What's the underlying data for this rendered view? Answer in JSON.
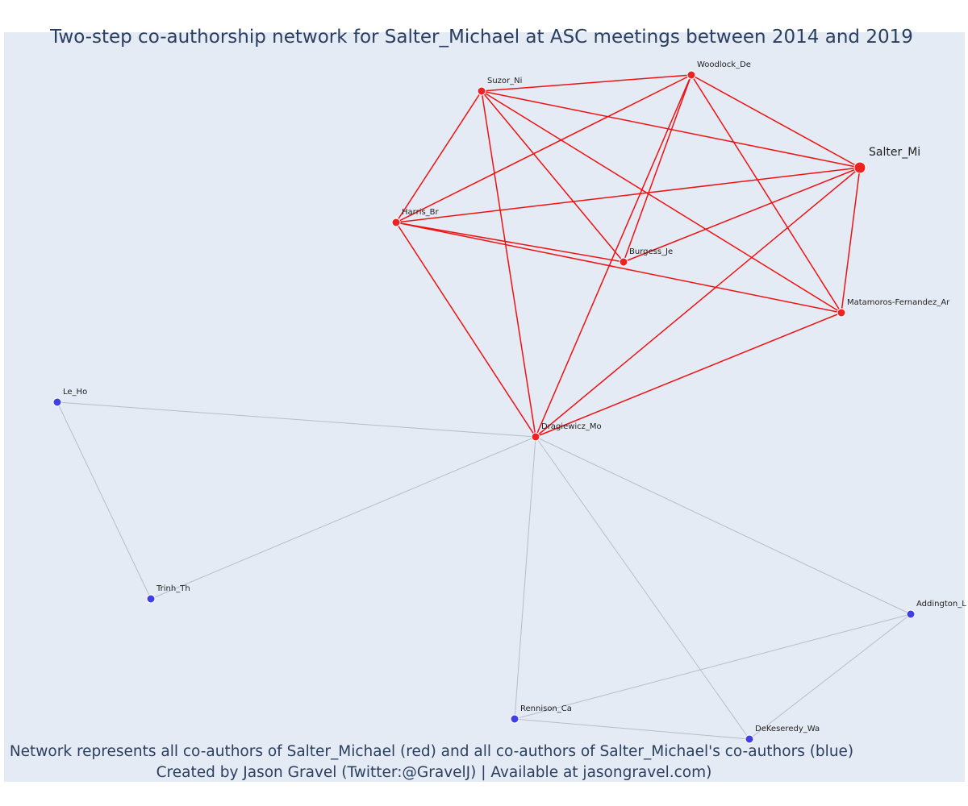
{
  "title": "Two-step co-authorship network for Salter_Michael at ASC meetings between 2014 and 2019",
  "caption_line1": "Network represents all co-authors of Salter_Michael (red) and all co-authors of Salter_Michael's co-authors (blue)",
  "caption_line2": "Created by Jason Gravel (Twitter:@GravelJ) | Available at jasongravel.com)",
  "colors": {
    "background": "#e5ebf5",
    "red_node": "#ee2222",
    "blue_node": "#3f3fe8",
    "red_edge": "#ee1111",
    "grey_edge": "#b8bccb",
    "title": "#2a3f5f"
  },
  "nodes": [
    {
      "id": "Salter_Mi",
      "label": "Salter_Mi",
      "group": "red",
      "focal": true
    },
    {
      "id": "Woodlock_De",
      "label": "Woodlock_De",
      "group": "red"
    },
    {
      "id": "Suzor_Ni",
      "label": "Suzor_Ni",
      "group": "red"
    },
    {
      "id": "Harris_Br",
      "label": "Harris_Br",
      "group": "red"
    },
    {
      "id": "Burgess_Je",
      "label": "Burgess_Je",
      "group": "red"
    },
    {
      "id": "Matamoros-Fernandez_Ar",
      "label": "Matamoros-Fernandez_Ar",
      "group": "red"
    },
    {
      "id": "Dragiewicz_Mo",
      "label": "Dragiewicz_Mo",
      "group": "red"
    },
    {
      "id": "Le_Ho",
      "label": "Le_Ho",
      "group": "blue"
    },
    {
      "id": "Trinh_Th",
      "label": "Trinh_Th",
      "group": "blue"
    },
    {
      "id": "Addington_Lu",
      "label": "Addington_L",
      "group": "blue"
    },
    {
      "id": "Rennison_Ca",
      "label": "Rennison_Ca",
      "group": "blue"
    },
    {
      "id": "DeKeseredy_Wa",
      "label": "DeKeseredy_Wa",
      "group": "blue"
    }
  ],
  "edges": [
    {
      "source": "Salter_Mi",
      "target": "Woodlock_De",
      "type": "red"
    },
    {
      "source": "Salter_Mi",
      "target": "Suzor_Ni",
      "type": "red"
    },
    {
      "source": "Salter_Mi",
      "target": "Harris_Br",
      "type": "red"
    },
    {
      "source": "Salter_Mi",
      "target": "Burgess_Je",
      "type": "red"
    },
    {
      "source": "Salter_Mi",
      "target": "Matamoros-Fernandez_Ar",
      "type": "red"
    },
    {
      "source": "Salter_Mi",
      "target": "Dragiewicz_Mo",
      "type": "red"
    },
    {
      "source": "Woodlock_De",
      "target": "Suzor_Ni",
      "type": "red"
    },
    {
      "source": "Woodlock_De",
      "target": "Harris_Br",
      "type": "red"
    },
    {
      "source": "Woodlock_De",
      "target": "Burgess_Je",
      "type": "red"
    },
    {
      "source": "Woodlock_De",
      "target": "Matamoros-Fernandez_Ar",
      "type": "red"
    },
    {
      "source": "Woodlock_De",
      "target": "Dragiewicz_Mo",
      "type": "red"
    },
    {
      "source": "Suzor_Ni",
      "target": "Harris_Br",
      "type": "red"
    },
    {
      "source": "Suzor_Ni",
      "target": "Burgess_Je",
      "type": "red"
    },
    {
      "source": "Suzor_Ni",
      "target": "Matamoros-Fernandez_Ar",
      "type": "red"
    },
    {
      "source": "Suzor_Ni",
      "target": "Dragiewicz_Mo",
      "type": "red"
    },
    {
      "source": "Harris_Br",
      "target": "Burgess_Je",
      "type": "red"
    },
    {
      "source": "Harris_Br",
      "target": "Matamoros-Fernandez_Ar",
      "type": "red"
    },
    {
      "source": "Harris_Br",
      "target": "Dragiewicz_Mo",
      "type": "red"
    },
    {
      "source": "Dragiewicz_Mo",
      "target": "Matamoros-Fernandez_Ar",
      "type": "red"
    },
    {
      "source": "Dragiewicz_Mo",
      "target": "Le_Ho",
      "type": "grey"
    },
    {
      "source": "Dragiewicz_Mo",
      "target": "Trinh_Th",
      "type": "grey"
    },
    {
      "source": "Dragiewicz_Mo",
      "target": "Addington_Lu",
      "type": "grey"
    },
    {
      "source": "Dragiewicz_Mo",
      "target": "Rennison_Ca",
      "type": "grey"
    },
    {
      "source": "Dragiewicz_Mo",
      "target": "DeKeseredy_Wa",
      "type": "grey"
    },
    {
      "source": "Le_Ho",
      "target": "Trinh_Th",
      "type": "grey"
    },
    {
      "source": "Addington_Lu",
      "target": "Rennison_Ca",
      "type": "grey"
    },
    {
      "source": "Addington_Lu",
      "target": "DeKeseredy_Wa",
      "type": "grey"
    },
    {
      "source": "Rennison_Ca",
      "target": "DeKeseredy_Wa",
      "type": "grey"
    }
  ]
}
